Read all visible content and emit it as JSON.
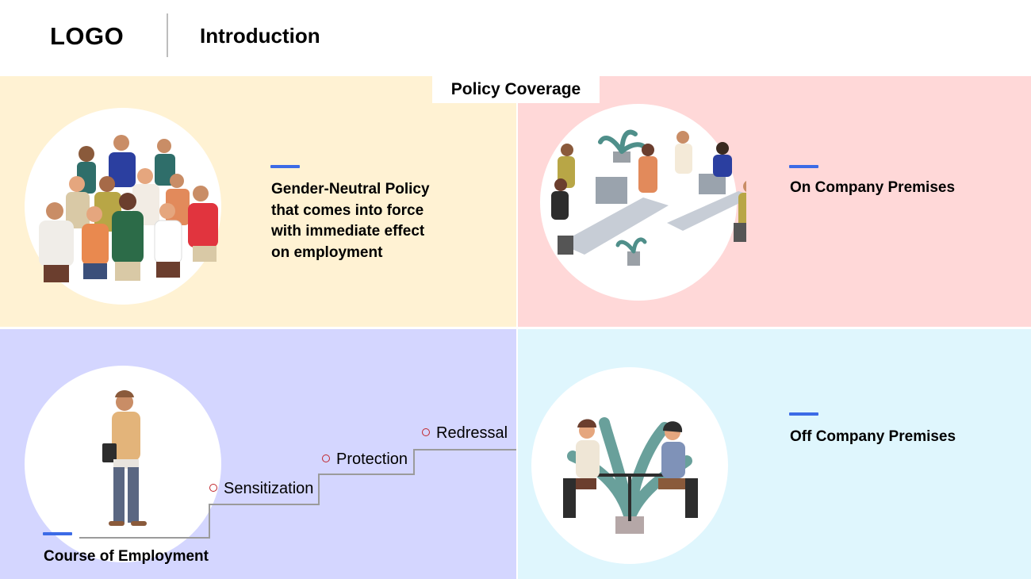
{
  "header": {
    "logo": "LOGO",
    "title": "Introduction"
  },
  "center_label": "Policy Coverage",
  "quadrants": {
    "top_left": {
      "lines": [
        "Gender-Neutral Policy",
        "that comes into force",
        "with immediate effect",
        "on employment"
      ]
    },
    "top_right": {
      "label": "On Company Premises"
    },
    "bottom_left": {
      "label": "Course of Employment",
      "steps": [
        "Sensitization",
        "Protection",
        "Redressal"
      ]
    },
    "bottom_right": {
      "label": "Off Company Premises"
    }
  },
  "colors": {
    "top_left_bg": "#fff2d3",
    "top_right_bg": "#ffd8d8",
    "bottom_left_bg": "#d4d6ff",
    "bottom_right_bg": "#dff6fd",
    "accent": "#3c6be6",
    "bullet": "#c0262c"
  },
  "icons": [
    "people-group-illustration",
    "office-team-illustration",
    "thinking-man-illustration",
    "cafe-meeting-illustration"
  ]
}
